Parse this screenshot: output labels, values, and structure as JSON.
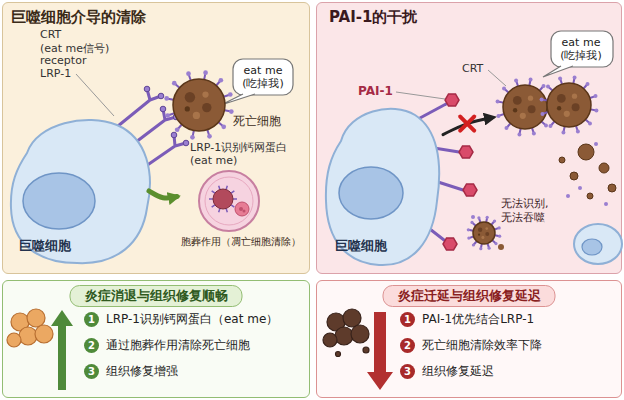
{
  "diagram": {
    "nodes": [
      {
        "text": [
          "巨噬细胞介导的清除"
        ]
      },
      {
        "text": [
          "巨噬细胞"
        ],
        "in": 0
      },
      {
        "text": [
          "eat me (吃掉我)",
          "死亡细胞"
        ],
        "in": 0
      },
      {
        "text": [
          "胞葬作用（凋亡细胞清除）"
        ],
        "in": 0
      },
      {
        "text": [
          "PAI-1的干扰"
        ]
      },
      {
        "text": [
          "巨噬细胞"
        ],
        "in": 4
      },
      {
        "text": [
          "eat me (吃掉我)"
        ],
        "in": 4
      },
      {
        "text": [
          "无法识别, 无法吞噬"
        ],
        "in": 4
      },
      {
        "text": [
          "炎症消退与组织修复顺畅"
        ]
      },
      {
        "text": [
          "炎症迁延与组织修复延迟"
        ]
      }
    ],
    "edges": [
      {
        "from": 1,
        "to": 3,
        "arrow": "to"
      },
      {
        "from": 5,
        "to": 6,
        "arrow": "to"
      }
    ],
    "labels": [
      "CRT",
      "(eat me信号)",
      "receptor",
      "LRP-1",
      "LRP-1识别钙网蛋白 (eat me)",
      "PAI-1",
      "CRT",
      "1",
      "LRP-1识别钙网蛋白（eat me）",
      "2",
      "通过胞葬作用清除死亡细胞",
      "3",
      "组织修复增强",
      "1",
      "PAI-1优先结合LRP-1",
      "2",
      "死亡细胞清除效率下降",
      "3",
      "组织修复延迟"
    ]
  }
}
